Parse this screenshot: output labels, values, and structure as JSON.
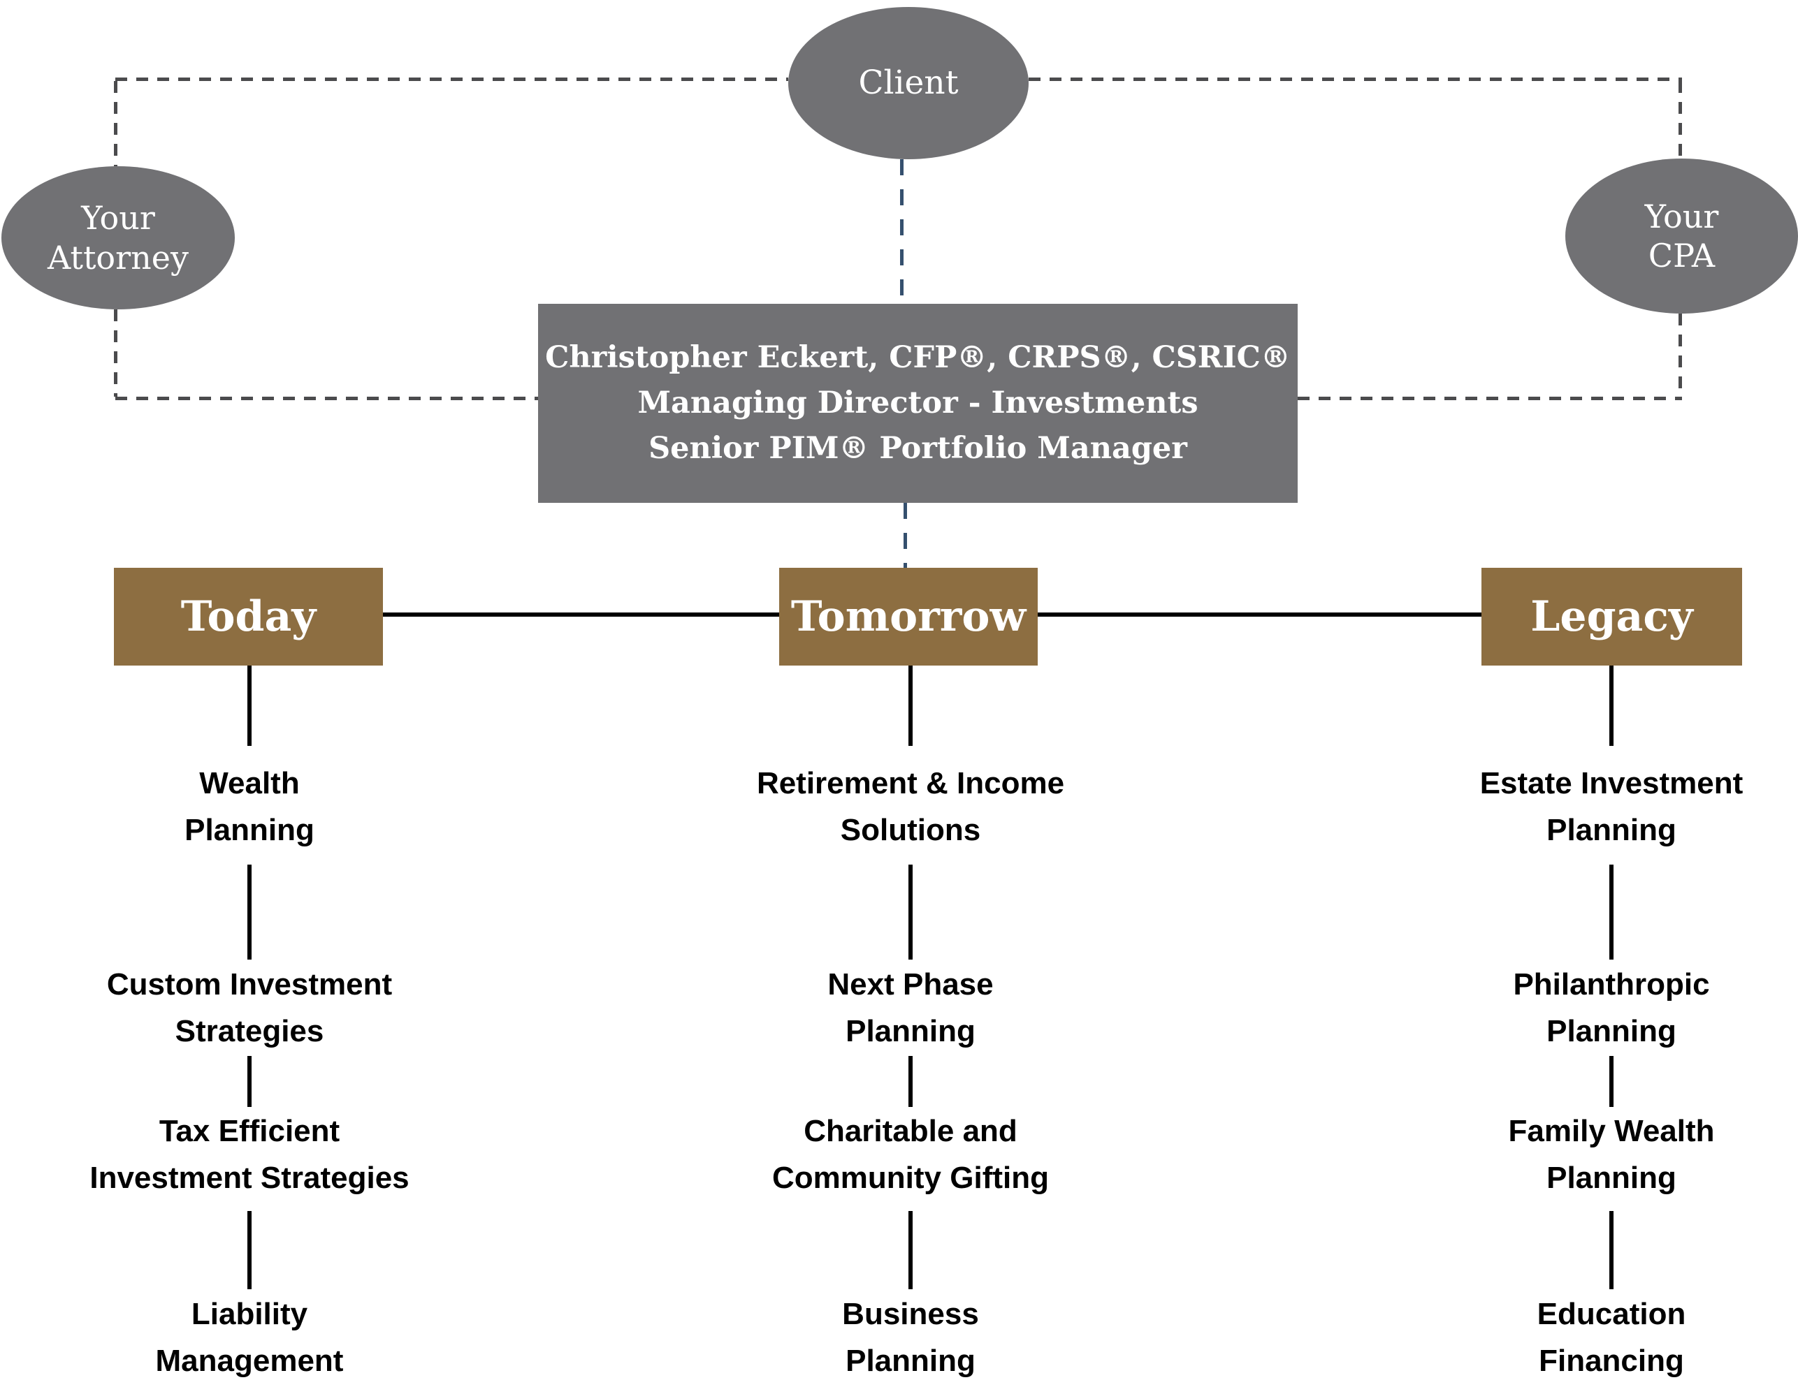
{
  "colors": {
    "shape_gray": "#717174",
    "brown": "#8d6e41",
    "dash_gray": "#4b4b4d",
    "dash_blue": "#35506e",
    "line_black": "#000000",
    "text_white": "#ffffff",
    "text_black": "#000000"
  },
  "nodes": {
    "client": {
      "label": "Client"
    },
    "attorney": {
      "label": "Your\nAttorney"
    },
    "cpa": {
      "label": "Your\nCPA"
    },
    "advisor": {
      "line1": "Christopher Eckert, CFP®, CRPS®, CSRIC®",
      "line2": "Managing Director - Investments",
      "line3": "Senior PIM® Portfolio Manager"
    }
  },
  "columns": [
    {
      "header": "Today",
      "items": [
        "Wealth\nPlanning",
        "Custom Investment\nStrategies",
        "Tax Efficient\nInvestment Strategies",
        "Liability\nManagement"
      ]
    },
    {
      "header": "Tomorrow",
      "items": [
        "Retirement & Income\nSolutions",
        "Next Phase\nPlanning",
        "Charitable and\nCommunity Gifting",
        "Business\nPlanning"
      ]
    },
    {
      "header": "Legacy",
      "items": [
        "Estate Investment\nPlanning",
        "Philanthropic\nPlanning",
        "Family Wealth\nPlanning",
        "Education\nFinancing"
      ]
    }
  ]
}
